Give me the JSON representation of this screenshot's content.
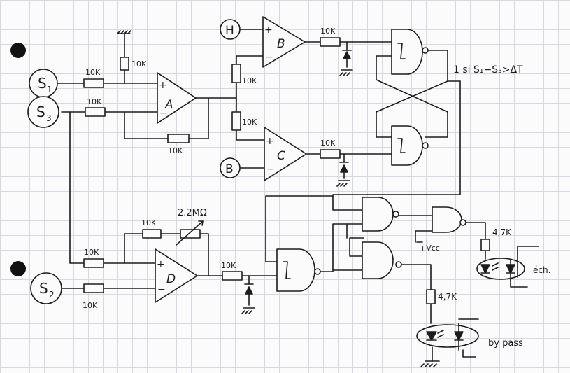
{
  "inputs": {
    "s1": "S",
    "s1_sub": "1",
    "s3": "S",
    "s3_sub": "3",
    "s2": "S",
    "s2_sub": "2",
    "h": "H",
    "b": "B"
  },
  "resistors": {
    "r_s1": "10K",
    "r_s3": "10K",
    "r_pullup": "10K",
    "r_fb_a": "10K",
    "r_div_top": "10K",
    "r_div_bot": "10K",
    "r_b_out": "10K",
    "r_c_out": "10K",
    "r_d_in": "10K",
    "r_s2": "10K",
    "r_d_fb": "10K",
    "r_d_out": "10K",
    "pot_value": "2.2MΩ",
    "r_led1": "4,7K",
    "r_led2": "4,7K"
  },
  "opamps": {
    "a": "A",
    "b": "B",
    "c": "C",
    "d": "D"
  },
  "signs": {
    "plus": "+",
    "minus": "−"
  },
  "annotations": {
    "condition": "1 si S₁−S₃>ΔT",
    "vcc": "+Vcc",
    "ech": "éch.",
    "bypass": "by pass"
  }
}
